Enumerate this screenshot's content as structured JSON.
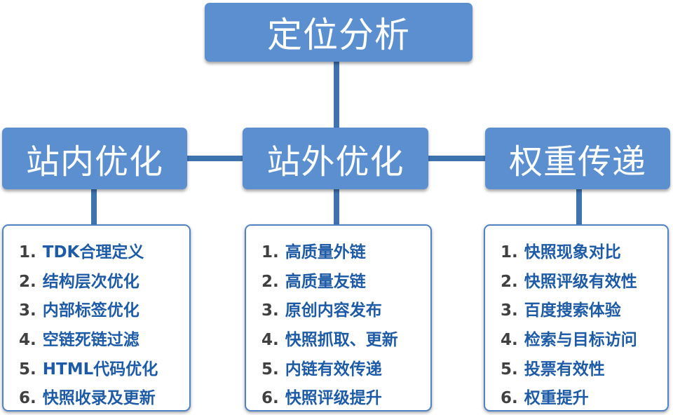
{
  "root": {
    "label": "定位分析"
  },
  "branches": [
    {
      "label": "站内优化",
      "items": [
        {
          "num": "1.",
          "text": "TDK合理定义"
        },
        {
          "num": "2.",
          "text": "结构层次优化"
        },
        {
          "num": "3.",
          "text": "内部标签优化"
        },
        {
          "num": "4.",
          "text": "空链死链过滤"
        },
        {
          "num": "5.",
          "text": "HTML代码优化"
        },
        {
          "num": "6.",
          "text": "快照收录及更新"
        }
      ]
    },
    {
      "label": "站外优化",
      "items": [
        {
          "num": "1.",
          "text": "高质量外链"
        },
        {
          "num": "2.",
          "text": "高质量友链"
        },
        {
          "num": "3.",
          "text": "原创内容发布"
        },
        {
          "num": "4.",
          "text": "快照抓取、更新"
        },
        {
          "num": "5.",
          "text": "内链有效传递"
        },
        {
          "num": "6.",
          "text": "快照评级提升"
        }
      ]
    },
    {
      "label": "权重传递",
      "items": [
        {
          "num": "1.",
          "text": "快照现象对比"
        },
        {
          "num": "2.",
          "text": "快照评级有效性"
        },
        {
          "num": "3.",
          "text": "百度搜索体验"
        },
        {
          "num": "4.",
          "text": "检索与目标访问"
        },
        {
          "num": "5.",
          "text": "投票有效性"
        },
        {
          "num": "6.",
          "text": "权重提升"
        }
      ]
    }
  ],
  "colors": {
    "node_fill": "#5b8fcf",
    "connector": "#3f73b0",
    "item_text": "#1e5ba6",
    "item_number": "#404040",
    "box_border": "#4f83c4"
  }
}
